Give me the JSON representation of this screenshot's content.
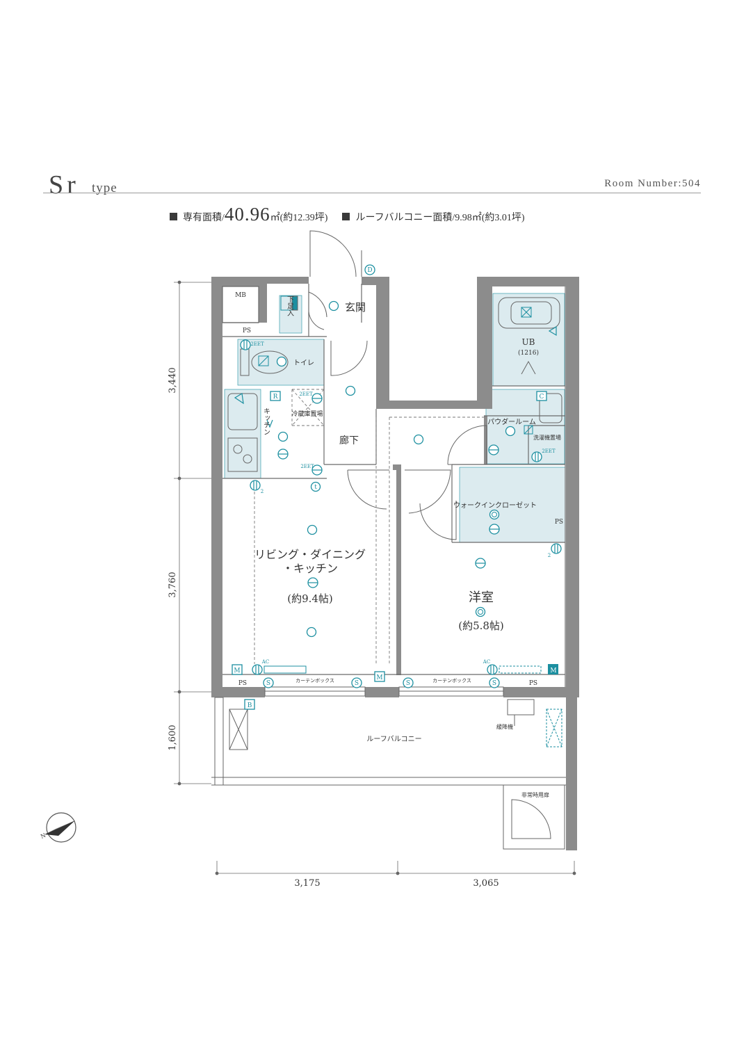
{
  "header": {
    "type_letter": "Sr",
    "type_word": "type",
    "room_number": "Room Number:504"
  },
  "areas": {
    "private_label": "専有面積/",
    "private_value": "40.96",
    "private_unit": "㎡(約12.39坪)",
    "roof_label": "ルーフバルコニー面積/9.98㎡(約3.01坪)"
  },
  "rooms": {
    "mb": "MB",
    "ps_entry": "PS",
    "shoe_box": "下足入",
    "entrance": "玄関",
    "toilet": "トイレ",
    "fridge": "冷蔵庫置場",
    "kitchen": "キッチン",
    "hallway": "廊下",
    "ub": "UB",
    "ub_size": "(1216)",
    "powder": "パウダールーム",
    "washer": "洗濯機置場",
    "wic": "ウォークインクローゼット",
    "ps_wic": "PS",
    "ldk_1": "リビング・ダイニング",
    "ldk_2": "・キッチン",
    "ldk_size": "(約9.4帖)",
    "western": "洋室",
    "western_size": "(約5.8帖)",
    "ps_bl": "PS",
    "ps_br": "PS",
    "curtain_1": "カーテンボックス",
    "curtain_2": "カーテンボックス",
    "roof_balcony": "ルーフバルコニー",
    "escape_ladder": "緩降機",
    "emergency_door": "非常時用扉"
  },
  "symbols": {
    "d": "D",
    "r": "R",
    "c": "C",
    "t": "t",
    "m_left": "M",
    "m_mid": "M",
    "m_right": "M",
    "b": "B",
    "s": "S",
    "ac": "AC",
    "eet": "2EET",
    "two": "2"
  },
  "dimensions": {
    "vertical": [
      "3,440",
      "3,760",
      "1,600"
    ],
    "horizontal": [
      "3,175",
      "3,065"
    ]
  },
  "colors": {
    "wall": "#8c8c8c",
    "accent": "#1c8fa0",
    "wet_area": "#dcebef"
  }
}
